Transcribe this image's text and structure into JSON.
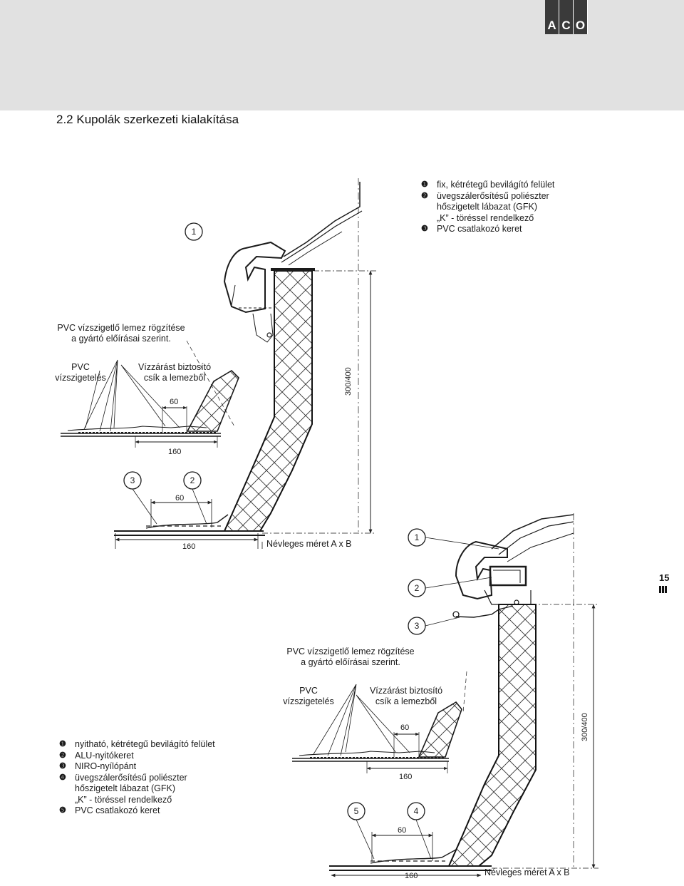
{
  "header": {
    "logo_letters": [
      "A",
      "C",
      "O"
    ],
    "band_color": "#e1e1e1"
  },
  "title": "2.2 Kupolák szerkezeti kialakítása",
  "legend_top": {
    "items": [
      {
        "num": "❶",
        "lines": [
          "fix, kétrétegű bevilágító felület"
        ]
      },
      {
        "num": "❷",
        "lines": [
          "üvegszálerősítésű poliészter",
          "hőszigetelt lábazat (GFK)",
          "„K” - töréssel rendelkező"
        ]
      },
      {
        "num": "❸",
        "lines": [
          "PVC csatlakozó keret"
        ]
      }
    ]
  },
  "legend_bottom": {
    "items": [
      {
        "num": "❶",
        "lines": [
          "nyitható, kétrétegű bevilágító felület"
        ]
      },
      {
        "num": "❷",
        "lines": [
          "ALU-nyitókeret"
        ]
      },
      {
        "num": "❸",
        "lines": [
          "NIRO-nyílópánt"
        ]
      },
      {
        "num": "❹",
        "lines": [
          "üvegszálerősítésű poliészter",
          "hőszigetelt lábazat (GFK)",
          "„K” - töréssel rendelkező"
        ]
      },
      {
        "num": "❺",
        "lines": [
          "PVC csatlakozó keret"
        ]
      }
    ]
  },
  "drawing_top": {
    "note_membrane": [
      "PVC vízszigetlő lemez rögzítése",
      "a gyártó előírásai szerint."
    ],
    "note_pvc": [
      "PVC",
      "vízszigetelés"
    ],
    "note_strip": [
      "Vízzárást biztosító",
      "csík a lemezből"
    ],
    "dim_60": "60",
    "dim_160": "160",
    "dim_height": "300/400",
    "nominal": "Névleges méret A x B",
    "callouts": [
      "1",
      "2",
      "3"
    ]
  },
  "drawing_bottom": {
    "note_membrane": [
      "PVC vízszigetlő lemez rögzítése",
      "a gyártó előírásai szerint."
    ],
    "note_pvc": [
      "PVC",
      "vízszigetelés"
    ],
    "note_strip": [
      "Vízzárást biztosító",
      "csík a lemezből"
    ],
    "dim_60": "60",
    "dim_160": "160",
    "dim_height": "300/400",
    "nominal": "Névleges méret A x B",
    "callouts": [
      "1",
      "2",
      "3",
      "4",
      "5"
    ]
  },
  "page": {
    "number": "15"
  }
}
